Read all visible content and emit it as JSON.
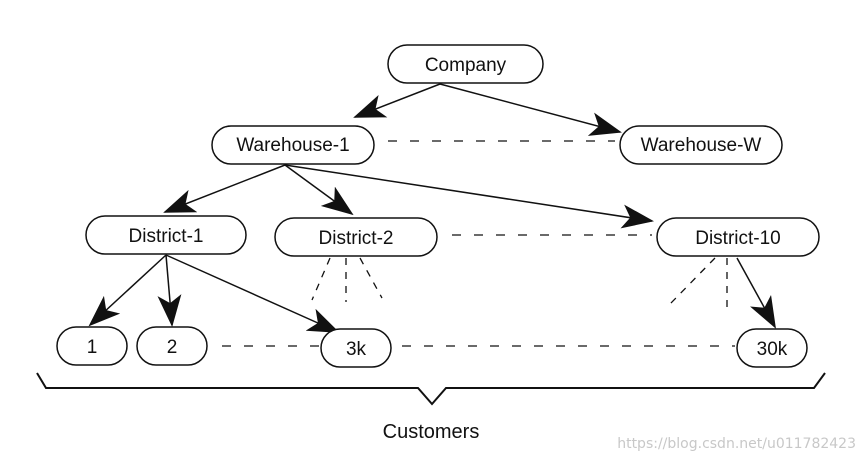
{
  "diagram": {
    "nodes": {
      "company": "Company",
      "warehouse_1": "Warehouse-1",
      "warehouse_w": "Warehouse-W",
      "district_1": "District-1",
      "district_2": "District-2",
      "district_10": "District-10",
      "customer_1": "1",
      "customer_2": "2",
      "customer_3k": "3k",
      "customer_30k": "30k"
    },
    "caption": "Customers",
    "watermark": "https://blog.csdn.net/u011782423"
  }
}
